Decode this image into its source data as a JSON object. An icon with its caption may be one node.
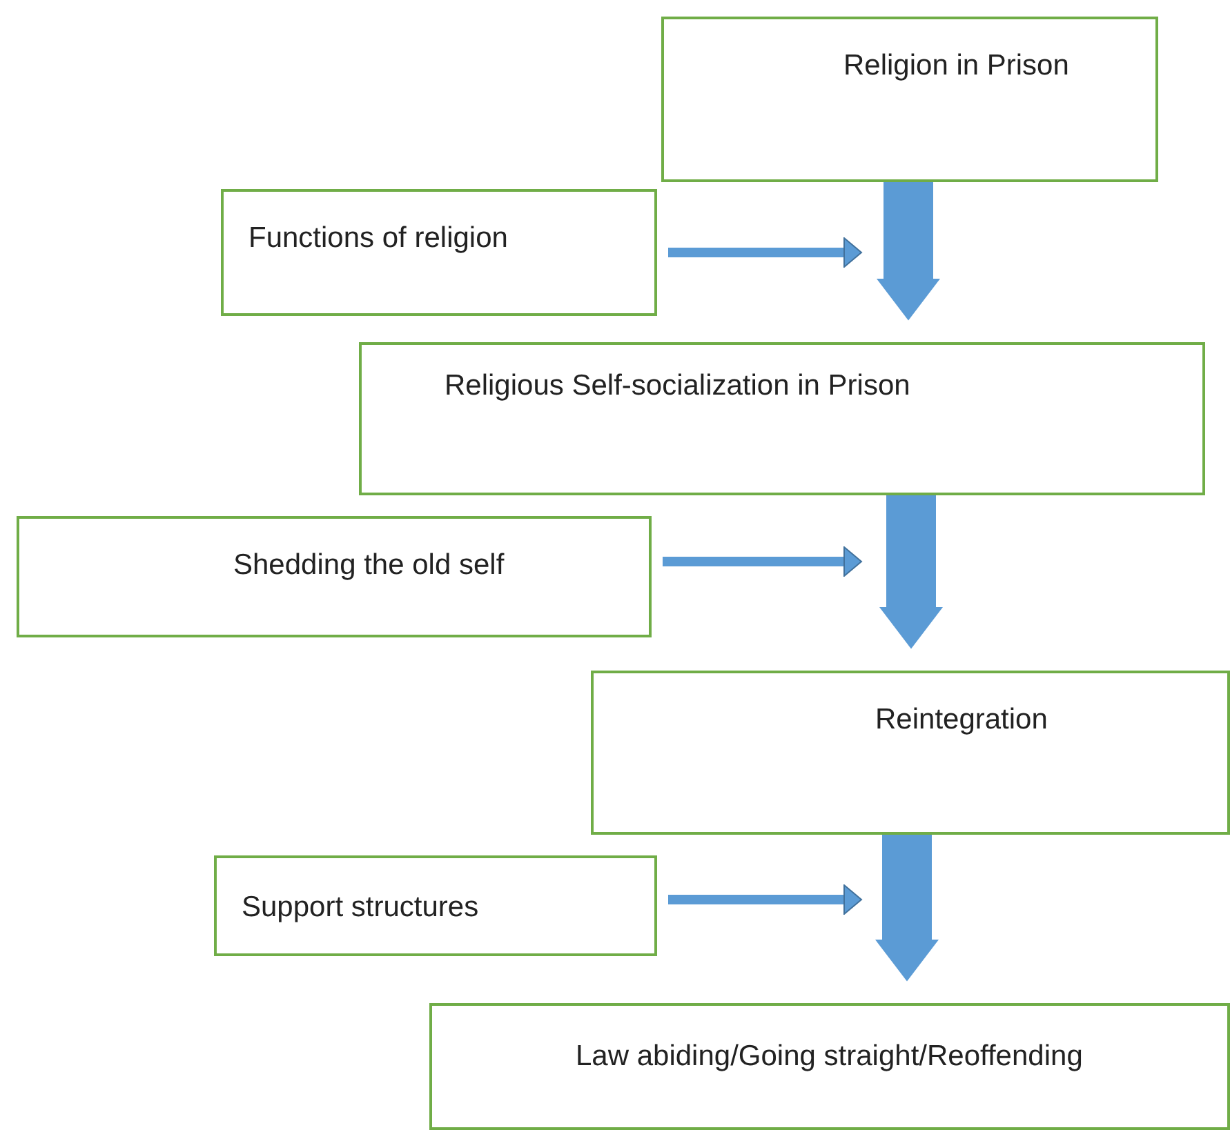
{
  "diagram": {
    "nodes": [
      {
        "text": [
          "Religion in Prison"
        ]
      },
      {
        "text": [
          "Functions of religion"
        ]
      },
      {
        "text": [
          "Religious Self-socialization in Prison"
        ]
      },
      {
        "text": [
          "Shedding the old self"
        ]
      },
      {
        "text": [
          "Reintegration"
        ]
      },
      {
        "text": [
          "Support structures"
        ]
      },
      {
        "text": [
          "Law abiding/Going straight/Reoffending"
        ]
      }
    ],
    "edges": [
      {
        "from": 0,
        "to": 2,
        "arrow": "to",
        "style": "thick"
      },
      {
        "from": 1,
        "to": null,
        "arrow": "to"
      },
      {
        "from": 2,
        "to": 4,
        "arrow": "to",
        "style": "thick"
      },
      {
        "from": 3,
        "to": null,
        "arrow": "to"
      },
      {
        "from": 4,
        "to": 6,
        "arrow": "to",
        "style": "thick"
      },
      {
        "from": 5,
        "to": null,
        "arrow": "to"
      }
    ]
  }
}
